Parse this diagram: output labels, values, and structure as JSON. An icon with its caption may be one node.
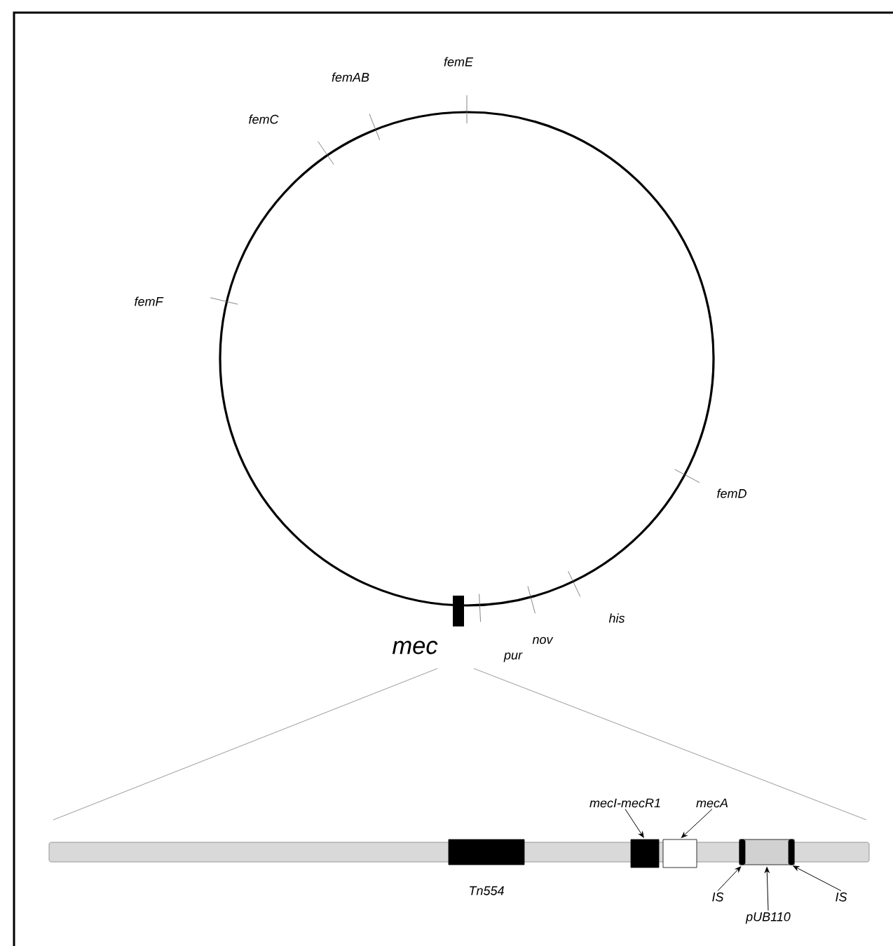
{
  "diagram": {
    "nodes": [
      {
        "text": [],
        "shape": "bar"
      },
      {
        "text": [],
        "shape": "box",
        "beside": [
          "Tn554"
        ]
      },
      {
        "text": [
          "mecI-mecR1"
        ]
      },
      {
        "text": [
          "mecA"
        ]
      },
      {
        "text": [],
        "shape": "box"
      },
      {
        "text": [],
        "shape": "box"
      },
      {
        "text": [],
        "shape": "box"
      },
      {
        "text": [],
        "shape": "bar",
        "in": 6
      },
      {
        "text": [],
        "shape": "bar",
        "in": 6
      },
      {
        "text": [
          "IS"
        ]
      },
      {
        "text": [
          "pUB110"
        ]
      },
      {
        "text": [
          "IS"
        ]
      }
    ],
    "edges": [
      {
        "from": 2,
        "to": 4,
        "arrow": "to"
      },
      {
        "from": 3,
        "to": 5,
        "arrow": "to"
      },
      {
        "from": 9,
        "to": 7,
        "arrow": "to"
      },
      {
        "from": 10,
        "to": 6,
        "arrow": "to"
      },
      {
        "from": 11,
        "to": 8,
        "arrow": "to"
      }
    ],
    "labels": [
      "femE",
      "femAB",
      "femC",
      "femF",
      "femD",
      "his",
      "nov",
      "mec",
      "pur"
    ]
  }
}
